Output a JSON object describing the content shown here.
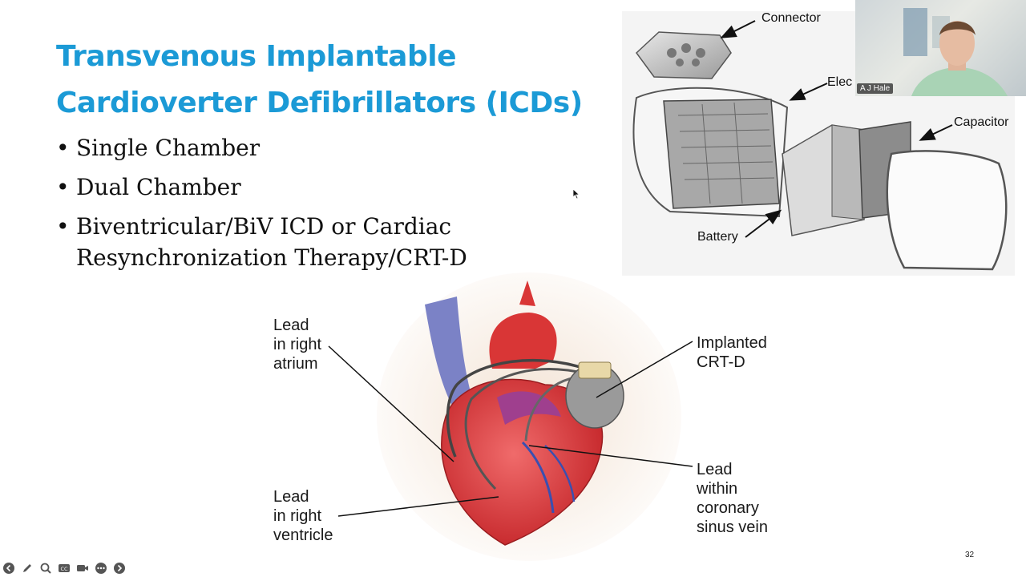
{
  "slide": {
    "title_line1": "Transvenous Implantable",
    "title_line2": "Cardioverter Defibrillators (ICDs)",
    "bullets": [
      "Single Chamber",
      "Dual Chamber",
      "Biventricular/BiV ICD or Cardiac",
      "Resynchronization Therapy/CRT-D"
    ],
    "page_number": "32"
  },
  "device_diagram": {
    "connector": "Connector",
    "electronics": "Elec",
    "capacitor": "Capacitor",
    "battery": "Battery"
  },
  "heart_diagram": {
    "lead_atrium": [
      "Lead",
      "in right",
      "atrium"
    ],
    "lead_ventricle": [
      "Lead",
      "in right",
      "ventricle"
    ],
    "implanted": [
      "Implanted",
      "CRT-D"
    ],
    "lead_coronary": [
      "Lead",
      "within",
      "coronary",
      "sinus vein"
    ]
  },
  "video": {
    "participant_name": "A J Hale"
  },
  "toolbar": {
    "icons": [
      "back-icon",
      "pen-icon",
      "zoom-icon",
      "captions-icon",
      "camera-icon",
      "more-icon",
      "forward-icon"
    ],
    "captions_label": "CC"
  },
  "colors": {
    "title": "#1b9ad6",
    "text": "#111111"
  }
}
